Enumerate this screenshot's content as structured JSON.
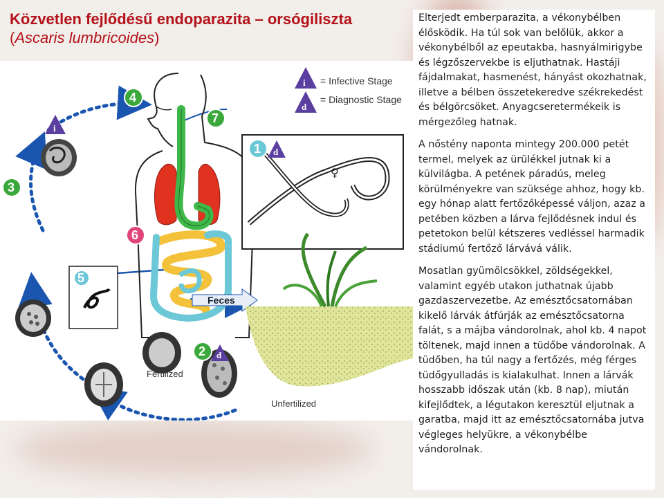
{
  "title": {
    "main": "Közvetlen fejlődésű endoparazita – orsógiliszta",
    "scientific_open": "(",
    "scientific_name": "Ascaris lumbricoides",
    "scientific_close": ")"
  },
  "legend": {
    "infective_letter": "i",
    "infective_label": "= Infective Stage",
    "diagnostic_letter": "d",
    "diagnostic_label": "= Diagnostic Stage"
  },
  "diagram": {
    "steps": [
      "1",
      "2",
      "3",
      "4",
      "5",
      "6",
      "7"
    ],
    "female_symbol": "♀",
    "feces_label": "Feces",
    "fertilized_label": "Fertilized",
    "unfertilized_label": "Unfertilized"
  },
  "paragraphs": [
    "Elterjedt emberparazita, a vékonybélben élősködik. Ha túl sok van belőlük, akkor a vékonybélből az epeutakba, hasnyálmirigybe és légzőszervekbe is eljuthatnak. Hastáji fájdalmakat, hasmenést, hányást okozhatnak, illetve a bélben összetekeredve székrekedést és bélgörcsöket. Anyagcseretermékeik is mérgezőleg hatnak.",
    "A nőstény naponta mintegy 200.000 petét termel, melyek az ürülékkel jutnak ki a külvilágba. A petének páradús, meleg körülményekre van szüksége ahhoz, hogy kb. egy hónap alatt fertőzőképessé váljon, azaz a petében közben a lárva fejlődésnek indul és petetokon belül kétszeres vedléssel harmadik stádiumú fertőző lárvává válik.",
    "Mosatlan gyümölcsökkel, zöldségekkel, valamint egyéb utakon juthatnak újabb gazdaszervezetbe. Az emésztőcsatornában kikelő lárvák átfúrják az emésztőcsatorna falát, s a májba vándorolnak, ahol kb. 4 napot töltenek, majd innen a tüdőbe vándorolnak. A tüdőben, ha túl nagy a fertőzés, még férges tüdőgyulladás is kialakulhat. Innen a lárvák hosszabb időszak után (kb. 8 nap), miután kifejlődtek, a légutakon keresztül eljutnak a garatba, majd itt az emésztőcsatornába jutva végleges helyükre, a vékonybélbe vándorolnak."
  ],
  "colors": {
    "title": "#b4121a",
    "cycle_arrow": "#1a56b0",
    "step_circle": "#3aa83a",
    "step_circle_pink": "#e0457a",
    "legend_triangle": "#5b3fa0",
    "lung": "#e0321f",
    "stomach": "#3fb84a",
    "small_intestine": "#f3c23a",
    "large_intestine": "#6cc7d7"
  },
  "icons": [
    "infective-stage-triangle-icon",
    "diagnostic-stage-triangle-icon",
    "female-symbol"
  ]
}
